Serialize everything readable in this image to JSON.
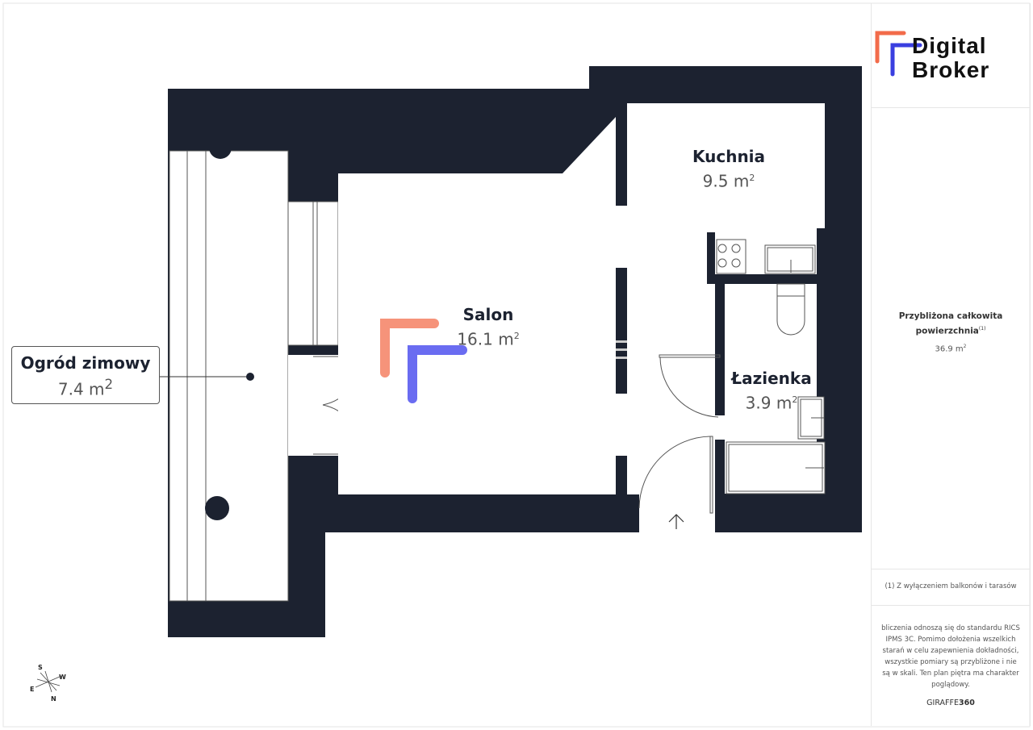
{
  "brand": {
    "logo_line1": "Digital",
    "logo_line2": "Broker",
    "accent_orange": "#f26b4a",
    "accent_blue": "#3a3fe0"
  },
  "rooms": [
    {
      "name": "Kuchnia",
      "area": "9.5 m",
      "unit_sup": "2"
    },
    {
      "name": "Salon",
      "area": "16.1 m",
      "unit_sup": "2"
    },
    {
      "name": "Łazienka",
      "area": "3.9 m",
      "unit_sup": "2"
    },
    {
      "name": "Ogród zimowy",
      "area": "7.4 m",
      "unit_sup": "2"
    }
  ],
  "compass": {
    "s": "S",
    "w": "W",
    "e": "E",
    "n": "N"
  },
  "panel": {
    "total_label": "Przybliżona całkowita powierzchnia",
    "total_sup": "(1)",
    "total_value": "36.9 m",
    "total_value_sup": "2",
    "footnote": "(1) Z wyłączeniem balkonów i tarasów",
    "disclaimer": "bliczenia odnoszą się do standardu RICS IPMS 3C. Pomimo dołożenia wszelkich starań w celu zapewnienia dokładności, wszystkie pomiary są przybliżone i nie są w skali. Ten plan piętra ma charakter poglądowy.",
    "brand_a": "GIRAFFE",
    "brand_b": "360"
  },
  "colors": {
    "wall": "#1c2230",
    "line": "#555555"
  }
}
